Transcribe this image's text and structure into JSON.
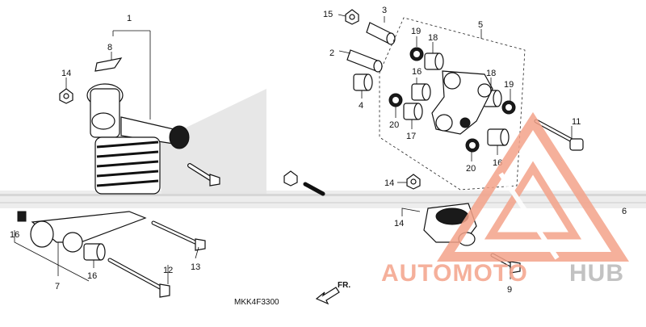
{
  "diagram": {
    "code": "MKK4F3300",
    "direction_label": "FR.",
    "callouts": [
      "1",
      "2",
      "3",
      "4",
      "5",
      "6",
      "7",
      "8",
      "9",
      "11",
      "12",
      "13",
      "14",
      "14",
      "14",
      "15",
      "16",
      "16",
      "16",
      "16",
      "17",
      "18",
      "18",
      "19",
      "19",
      "20",
      "20"
    ]
  },
  "watermark": {
    "brand_part1": "AUTOMOTO",
    "brand_part2": "HUB",
    "color_primary": "#f4a38a",
    "color_secondary": "#b8b8b8"
  }
}
